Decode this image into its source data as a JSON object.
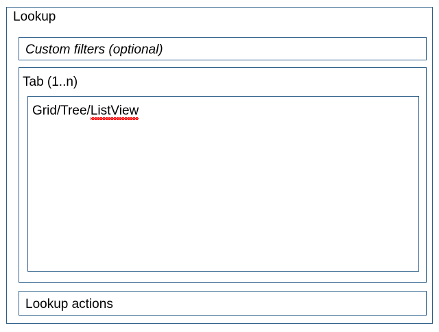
{
  "diagram": {
    "type": "wireframe-mockup",
    "background_color": "#ffffff",
    "border_color": "#2e5f8a",
    "text_color": "#000000",
    "spellcheck_underline_color": "#ff0000"
  },
  "outer": {
    "title": "Lookup"
  },
  "filters": {
    "label": "Custom filters (optional)",
    "style": "italic"
  },
  "tab": {
    "label": "Tab (1..n)"
  },
  "grid": {
    "label_prefix": "Grid/Tree/",
    "label_misspelled": "ListView",
    "label_full": "Grid/Tree/ListView"
  },
  "actions": {
    "label": "Lookup actions"
  }
}
